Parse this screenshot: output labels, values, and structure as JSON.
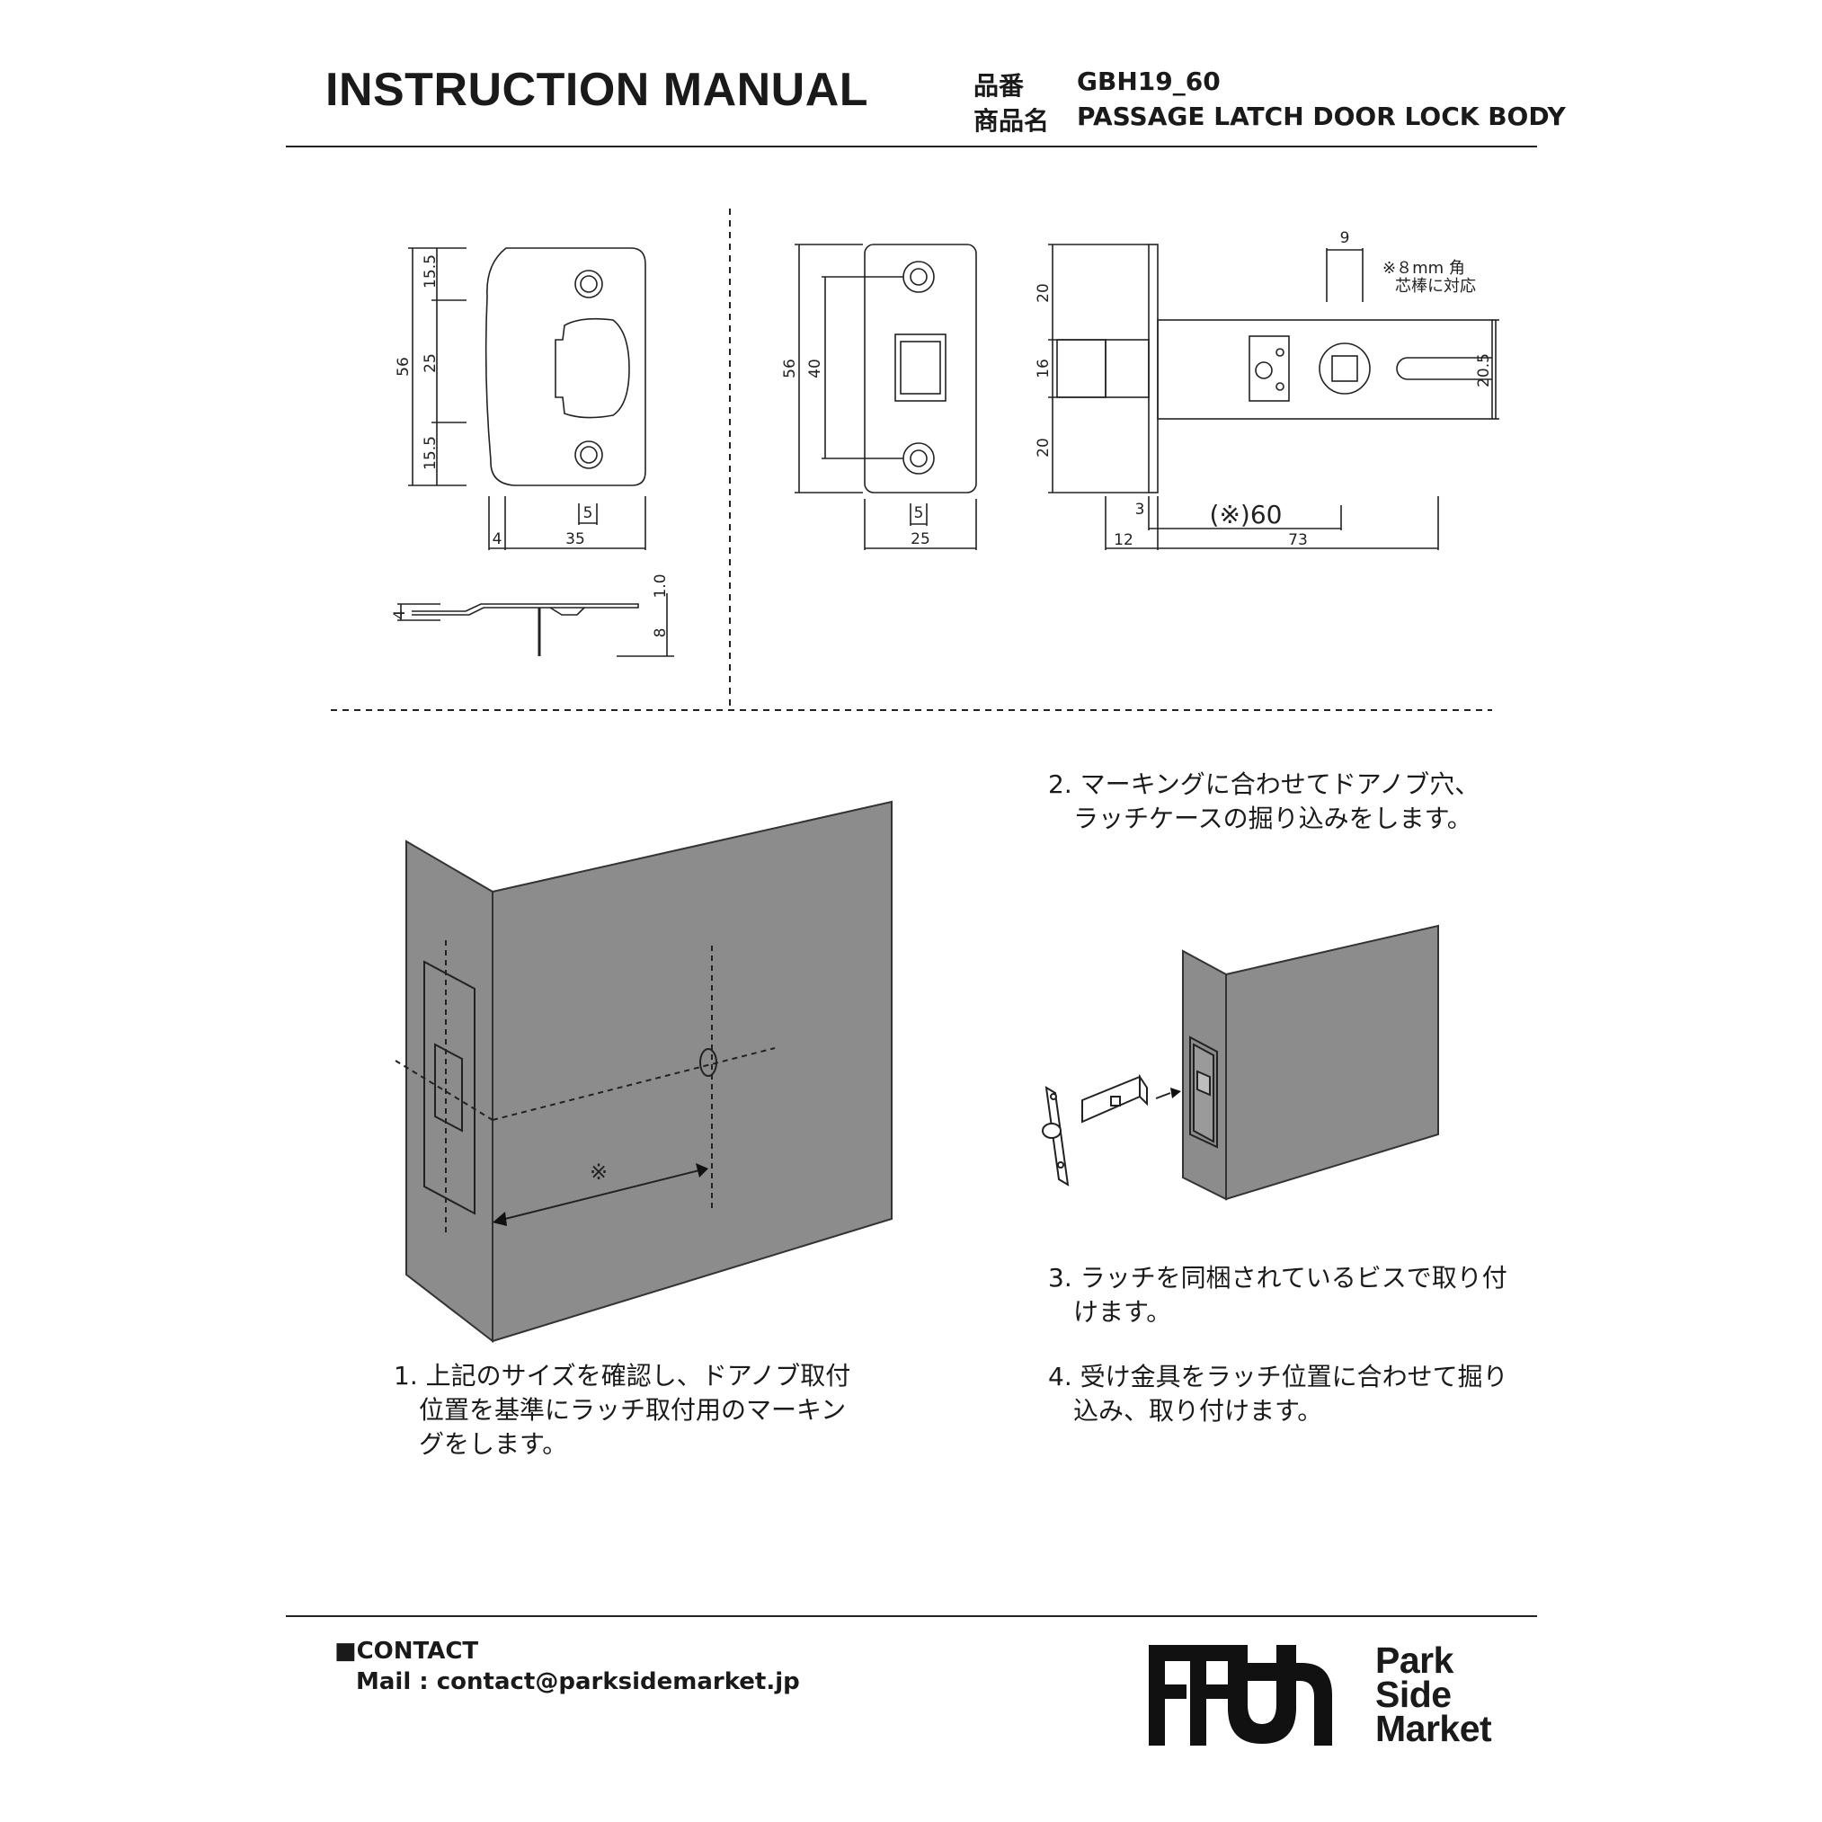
{
  "header": {
    "title": "INSTRUCTION MANUAL",
    "part_no_label": "品番",
    "part_no_value": "GBH19_60",
    "product_label": "商品名",
    "product_value": "PASSAGE LATCH DOOR LOCK BODY"
  },
  "diagram_strike": {
    "dims": [
      "15.5",
      "25",
      "15.5",
      "56",
      "5",
      "4",
      "35"
    ],
    "side_dims": [
      "4",
      "1.0",
      "8"
    ]
  },
  "diagram_faceplate": {
    "dims": [
      "56",
      "40",
      "5",
      "25"
    ]
  },
  "diagram_latch": {
    "dims": [
      "20",
      "16",
      "20",
      "9",
      "20.5",
      "3",
      "12",
      "73"
    ],
    "backset": "(※)60",
    "note_line1": "※８mm 角",
    "note_line2": "芯棒に対応"
  },
  "illustration": {
    "mark": "※"
  },
  "steps": {
    "step1": [
      "1. 上記のサイズを確認し、ドアノブ取付",
      "位置を基準にラッチ取付用のマーキン",
      "グをします。"
    ],
    "step2": [
      "2. マーキングに合わせてドアノブ穴、",
      "ラッチケースの掘り込みをします。"
    ],
    "step3": [
      "3. ラッチを同梱されているビスで取り付",
      "けます。"
    ],
    "step4": [
      "4. 受け金具をラッチ位置に合わせて掘り",
      "込み、取り付けます。"
    ]
  },
  "footer": {
    "contact_title": "■CONTACT",
    "contact_mail": "Mail : contact@parksidemarket.jp",
    "brand_lines": [
      "Park",
      "Side",
      "Market"
    ]
  }
}
